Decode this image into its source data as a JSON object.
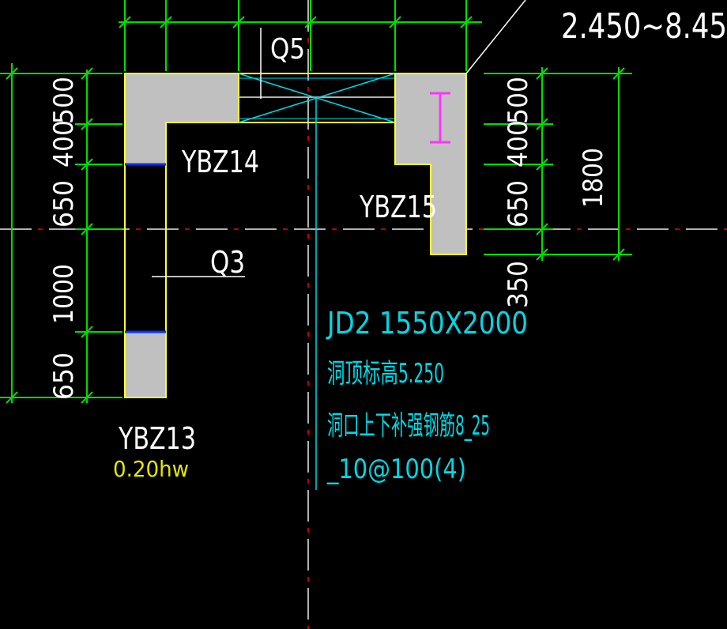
{
  "colors": {
    "background": "#000000",
    "wall_outline": "#ffff33",
    "wall_fill": "#c0c0c0",
    "dimension": "#00dd00",
    "annotation": "#00d8e6",
    "label": "#ffffff",
    "axis_grey": "#b0b0b0",
    "axis_red": "#c00000",
    "rebar": "#ff33ff",
    "boundary_blue": "#0033ff"
  },
  "labels": {
    "elevation_range": "2.450~8.45",
    "q5": "Q5",
    "q3": "Q3",
    "ybz13": "YBZ13",
    "ybz14": "YBZ14",
    "ybz15": "YBZ15",
    "hw": "0.20hw"
  },
  "opening": {
    "title": "JD2 1550X2000",
    "top_elevation": "洞顶标高5.250",
    "reinforcement": "洞口上下补强钢筋8_25",
    "stirrup": "_10@100(4)"
  },
  "dims": {
    "left": [
      "500",
      "400",
      "650",
      "1000",
      "650"
    ],
    "right": [
      "500",
      "400",
      "650",
      "350"
    ],
    "right_total": "1800"
  }
}
